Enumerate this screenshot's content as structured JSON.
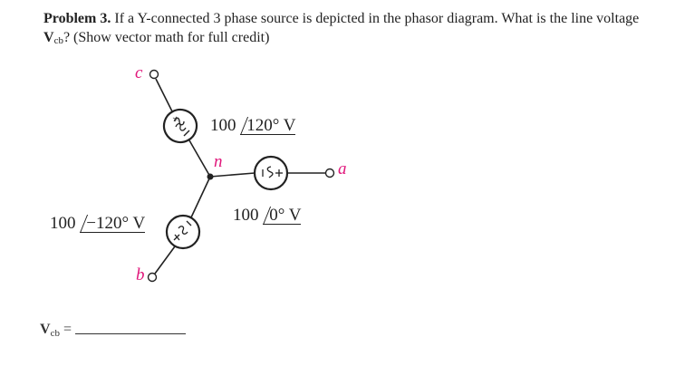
{
  "problem": {
    "number_label": "Problem 3.",
    "text_part1": " If a Y-connected 3 phase source is depicted in the phasor diagram.  What is the line voltage ",
    "voltage_symbol": "V",
    "voltage_subscript": "cb",
    "text_part2": "? (Show vector math for full credit)"
  },
  "circuit": {
    "neutral_label": "n",
    "terminals": {
      "a": "a",
      "b": "b",
      "c": "c"
    },
    "sources": {
      "a": {
        "magnitude": "100",
        "angle": "0° V"
      },
      "b": {
        "magnitude": "100",
        "angle": "−120° V"
      },
      "c": {
        "magnitude": "100",
        "angle": "120° V"
      }
    },
    "colors": {
      "wire": "#222222",
      "terminal_label": "#e0157a"
    }
  },
  "answer": {
    "symbol": "V",
    "subscript": "cb",
    "equals": " ="
  }
}
